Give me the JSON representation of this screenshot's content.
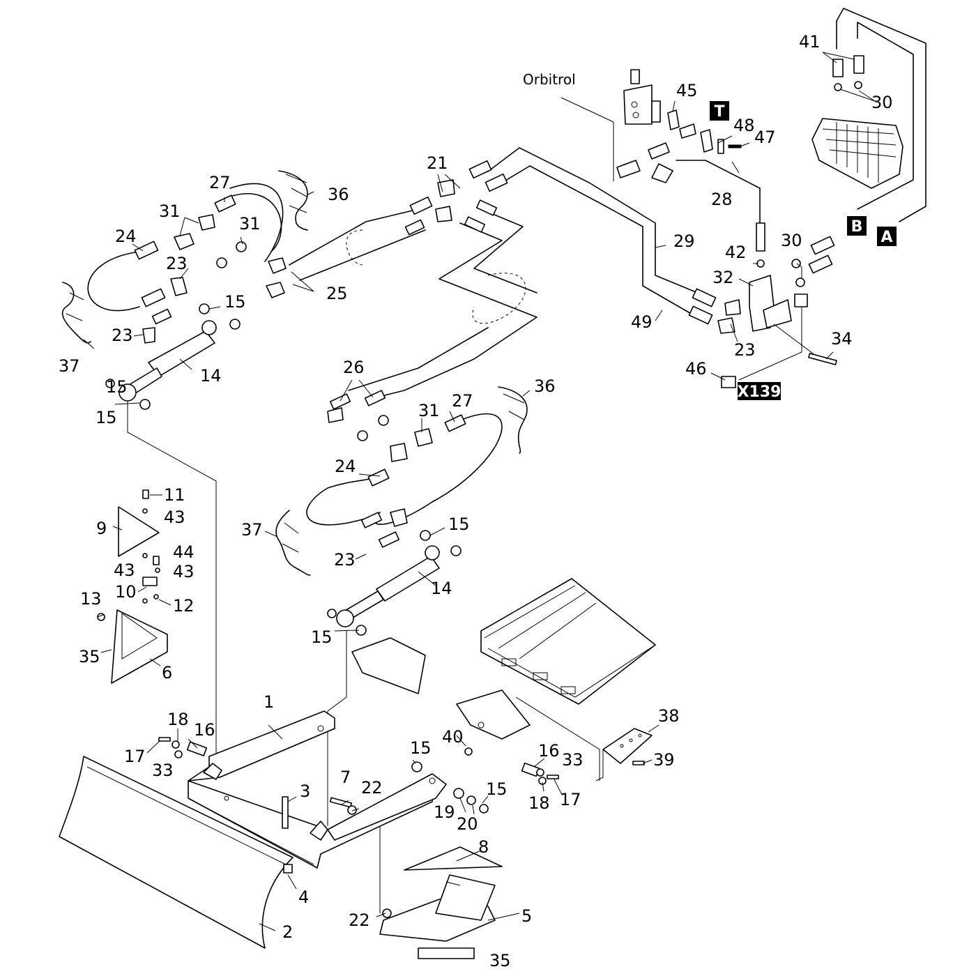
{
  "diagram": {
    "note_label": "Orbitrol",
    "port_tags": {
      "t": "T",
      "b": "B",
      "a": "A",
      "connector": "X139"
    },
    "callouts": {
      "c1": "1",
      "c2": "2",
      "c3": "3",
      "c4": "4",
      "c5": "5",
      "c6": "6",
      "c7": "7",
      "c8": "8",
      "c9": "9",
      "c10": "10",
      "c11": "11",
      "c12": "12",
      "c13": "13",
      "c14a": "14",
      "c14b": "14",
      "c15a": "15",
      "c15b": "15",
      "c15c": "15",
      "c15d": "15",
      "c15e": "15",
      "c15f": "15",
      "c15g": "15",
      "c16a": "16",
      "c16b": "16",
      "c17a": "17",
      "c17b": "17",
      "c18a": "18",
      "c18b": "18",
      "c19": "19",
      "c20": "20",
      "c21": "21",
      "c22a": "22",
      "c22b": "22",
      "c23a": "23",
      "c23b": "23",
      "c23c": "23",
      "c23d": "23",
      "c24a": "24",
      "c24b": "24",
      "c25": "25",
      "c26": "26",
      "c27a": "27",
      "c27b": "27",
      "c28": "28",
      "c29": "29",
      "c30a": "30",
      "c30b": "30",
      "c31a": "31",
      "c31b": "31",
      "c31c": "31",
      "c32": "32",
      "c33a": "33",
      "c33b": "33",
      "c34": "34",
      "c35a": "35",
      "c35b": "35",
      "c36a": "36",
      "c36b": "36",
      "c37a": "37",
      "c37b": "37",
      "c38": "38",
      "c39": "39",
      "c40": "40",
      "c41": "41",
      "c42": "42",
      "c43a": "43",
      "c43b": "43",
      "c43c": "43",
      "c44": "44",
      "c45": "45",
      "c46": "46",
      "c47": "47",
      "c48": "48",
      "c49": "49"
    }
  }
}
